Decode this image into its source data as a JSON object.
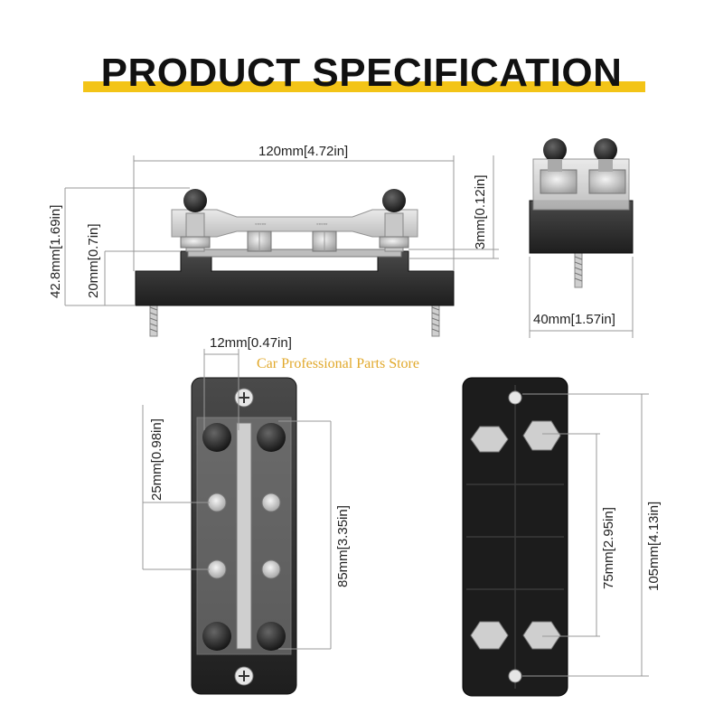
{
  "title": "PRODUCT SPECIFICATION",
  "watermark": "Car Professional Parts Store",
  "dimensions": {
    "width_120": "120mm[4.72in]",
    "height_42_8": "42.8mm[1.69in]",
    "height_20": "20mm[0.7in]",
    "thickness_3": "3mm[0.12in]",
    "width_40": "40mm[1.57in]",
    "width_12": "12mm[0.47in]",
    "spacing_25": "25mm[0.98in]",
    "length_85": "85mm[3.35in]",
    "hole_75": "75mm[2.95in]",
    "length_105": "105mm[4.13in]"
  },
  "colors": {
    "accent_band": "#f3c417",
    "watermark": "#e1a82a",
    "base_black": "#2a2a2a"
  }
}
